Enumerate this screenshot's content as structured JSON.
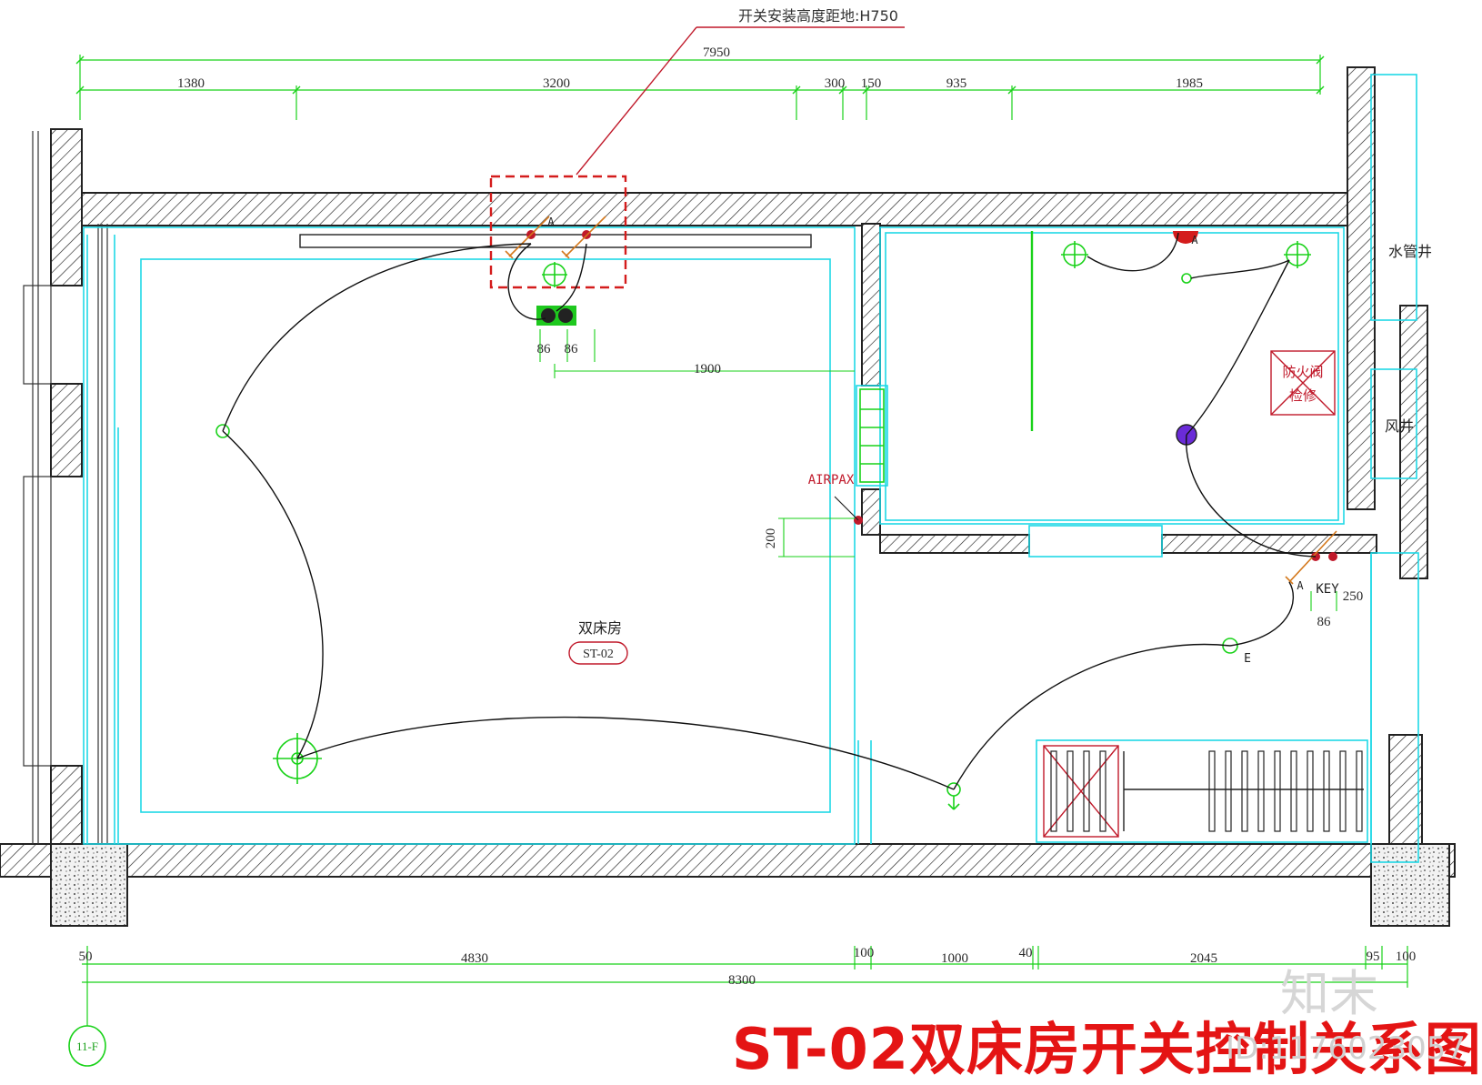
{
  "note_label": "开关安装高度距地:H750",
  "top_dims": {
    "total": "7950",
    "d1": "1380",
    "d2": "3200",
    "d3": "300",
    "d4": "150",
    "d5": "935",
    "d6": "1985"
  },
  "bottom_dims": {
    "total": "8300",
    "d1": "50",
    "d2": "4830",
    "d3": "100",
    "d4": "1000",
    "d5": "40",
    "d6": "2045",
    "d7": "95",
    "d8": "100"
  },
  "inner_dims": {
    "switch_w1": "86",
    "switch_w2": "86",
    "span": "1900",
    "airpax_offset": "200",
    "key_w": "86",
    "key_offset": "250"
  },
  "labels": {
    "room_name": "双床房",
    "room_code": "ST-02",
    "airpax": "AIRPAX",
    "key": "KEY",
    "tag_a1": "A",
    "tag_a2": "A",
    "tag_a3": "A",
    "tag_e": "E",
    "water_shaft": "水管井",
    "air_shaft": "风井",
    "fire_damper_line1": "防火阀",
    "fire_damper_line2": "检修",
    "grid_axis": "11-F"
  },
  "title": "ST-02双床房开关控制关系图",
  "id_text": "ID:1176023057",
  "brand_mark": "知末",
  "colors": {
    "wall": "#222222",
    "dimension": "#19d219",
    "outline": "#1fd8e6",
    "fixture": "#1ec81e",
    "leader": "#c0192a",
    "title": "#e41414"
  }
}
